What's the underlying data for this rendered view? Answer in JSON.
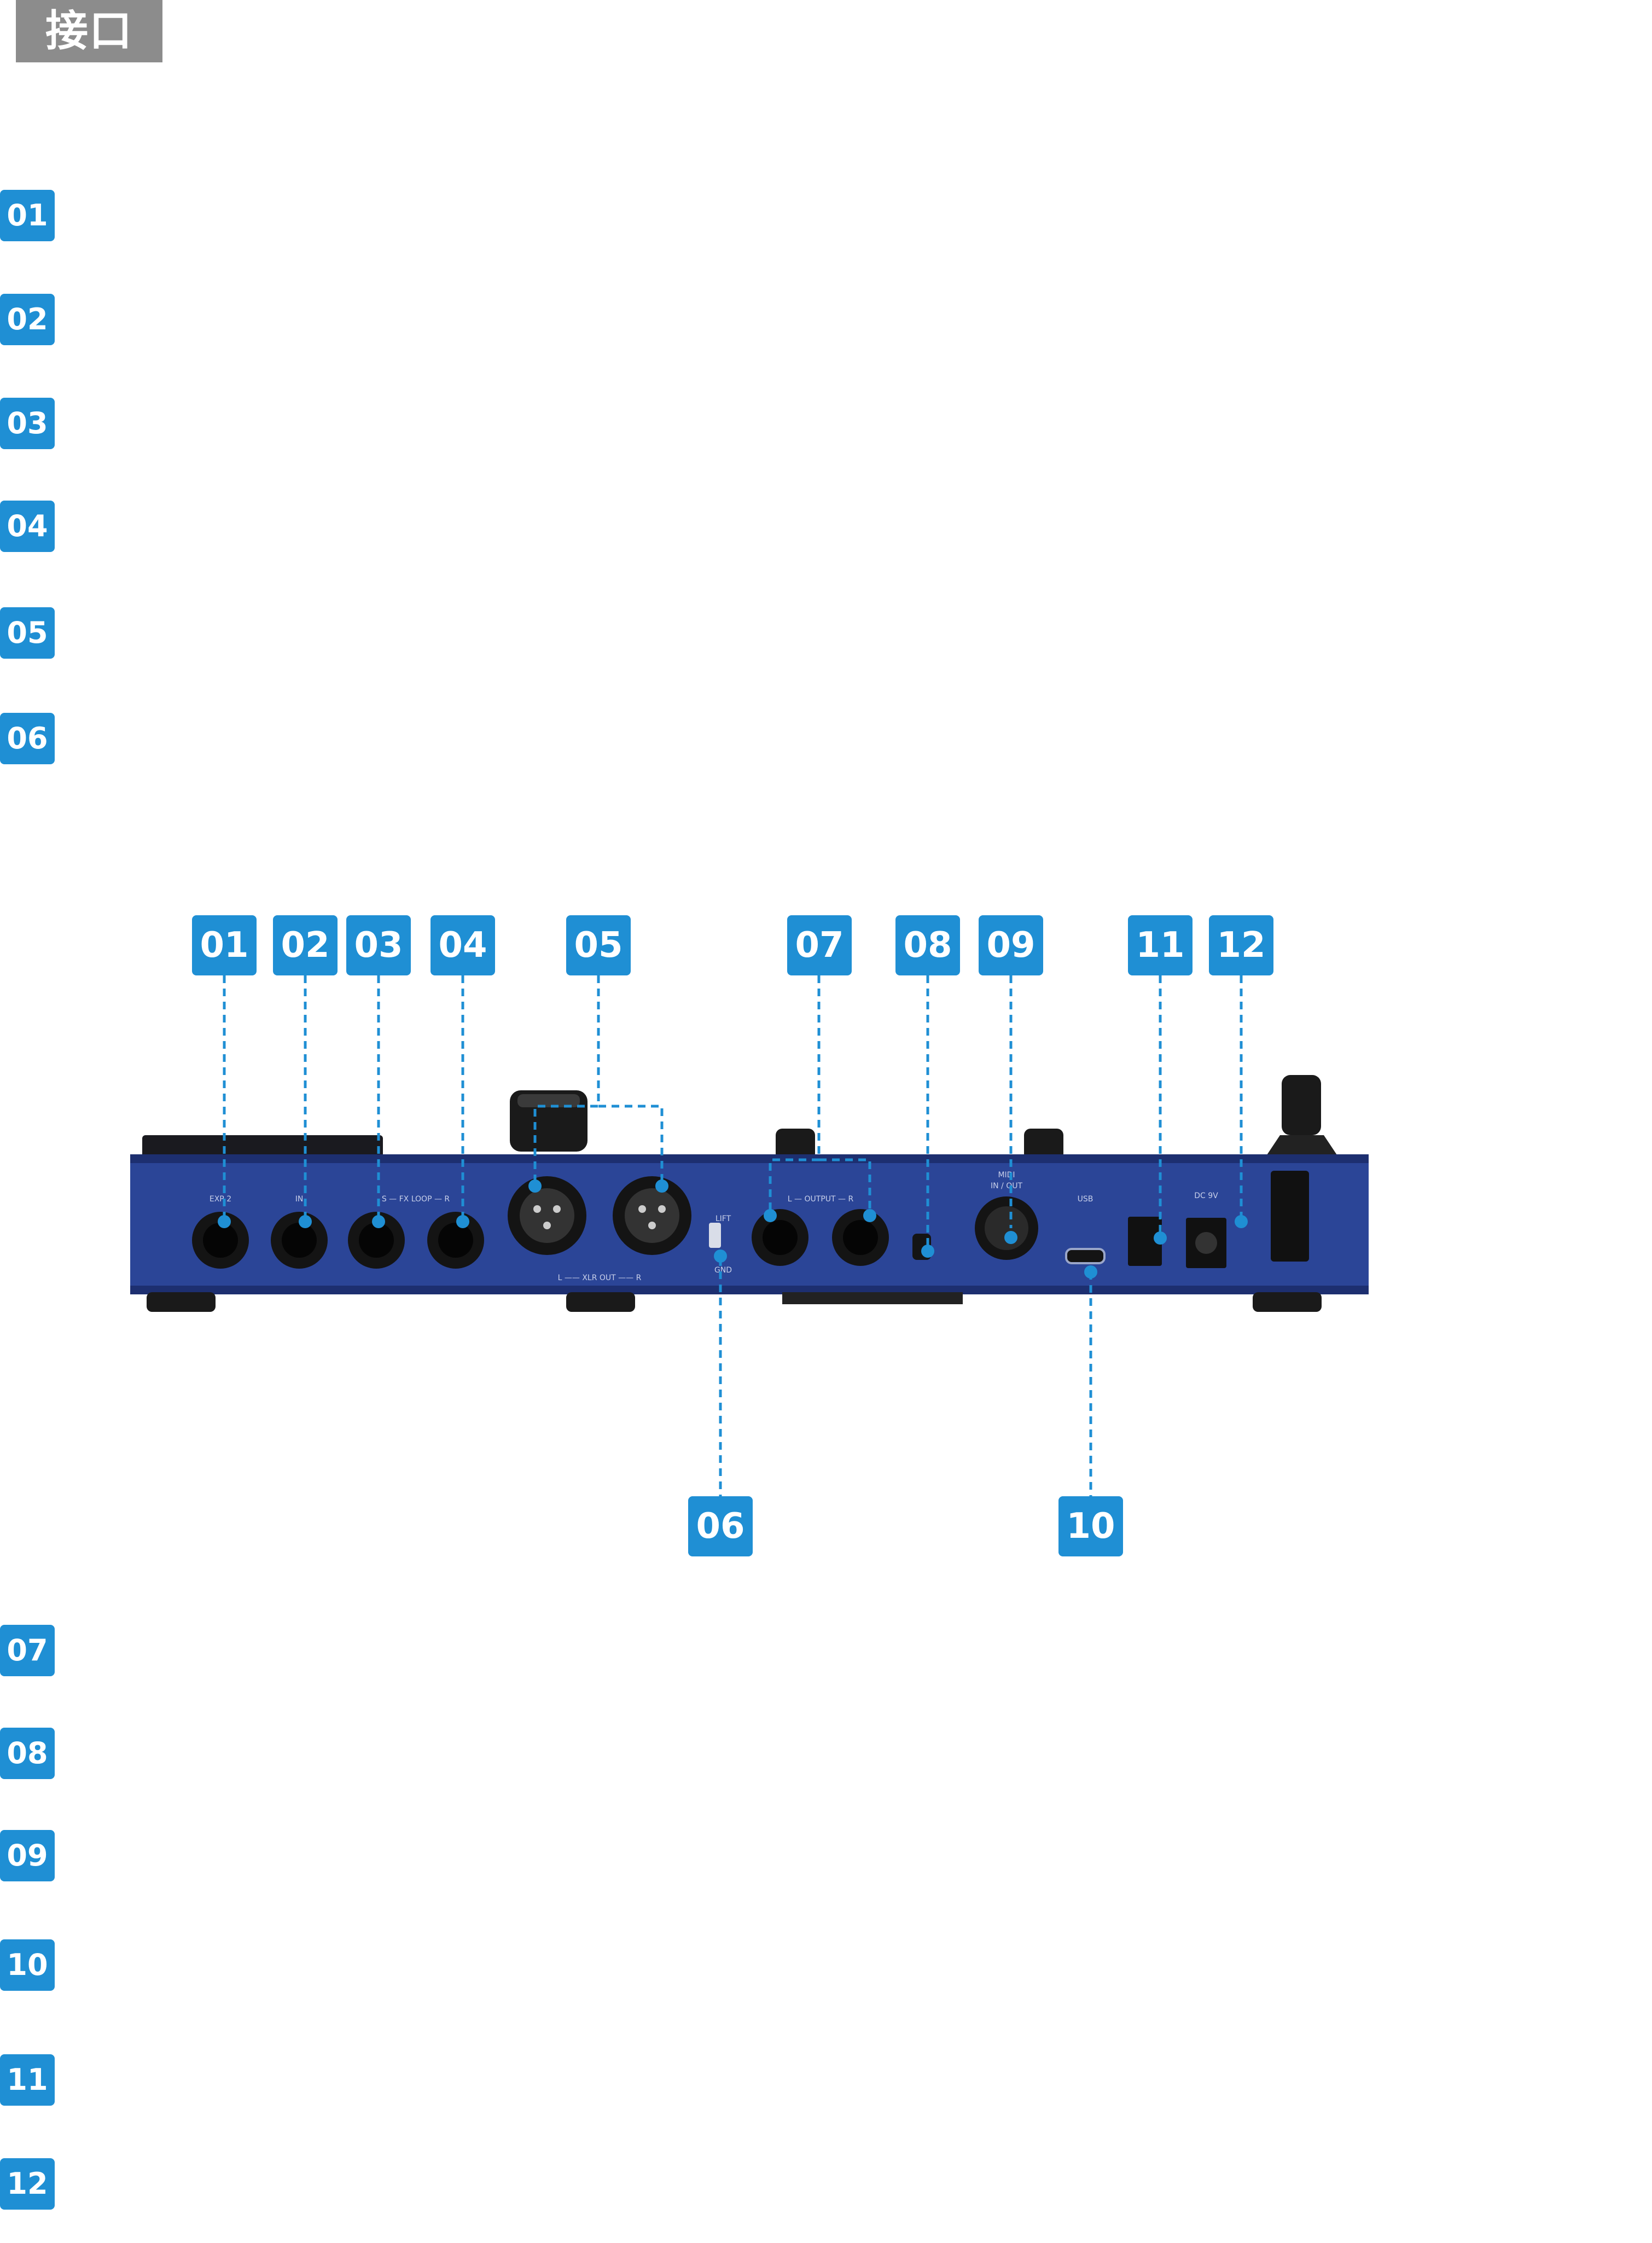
{
  "page": {
    "title": "接口"
  },
  "side_labels": [
    "01",
    "02",
    "03",
    "04",
    "05",
    "06",
    "07",
    "08",
    "09",
    "10",
    "11",
    "12"
  ],
  "diagram": {
    "labels": [
      "01",
      "02",
      "03",
      "04",
      "05",
      "06",
      "07",
      "08",
      "09",
      "10",
      "11",
      "12"
    ],
    "panel_text": {
      "exp2": "EXP 2",
      "in": "IN",
      "fx_loop": "S — FX LOOP — R",
      "xlr_out": "L —— XLR OUT —— R",
      "lift": "LIFT",
      "gnd": "GND",
      "output": "L — OUTPUT — R",
      "midi": "MIDI",
      "in_out": "IN / OUT",
      "usb": "USB",
      "dc": "DC 9V"
    }
  },
  "colors": {
    "accent": "#1f8fd4",
    "device_body": "#2b4597",
    "device_dark": "#1d2f70",
    "title_bg": "#8c8c8c"
  }
}
